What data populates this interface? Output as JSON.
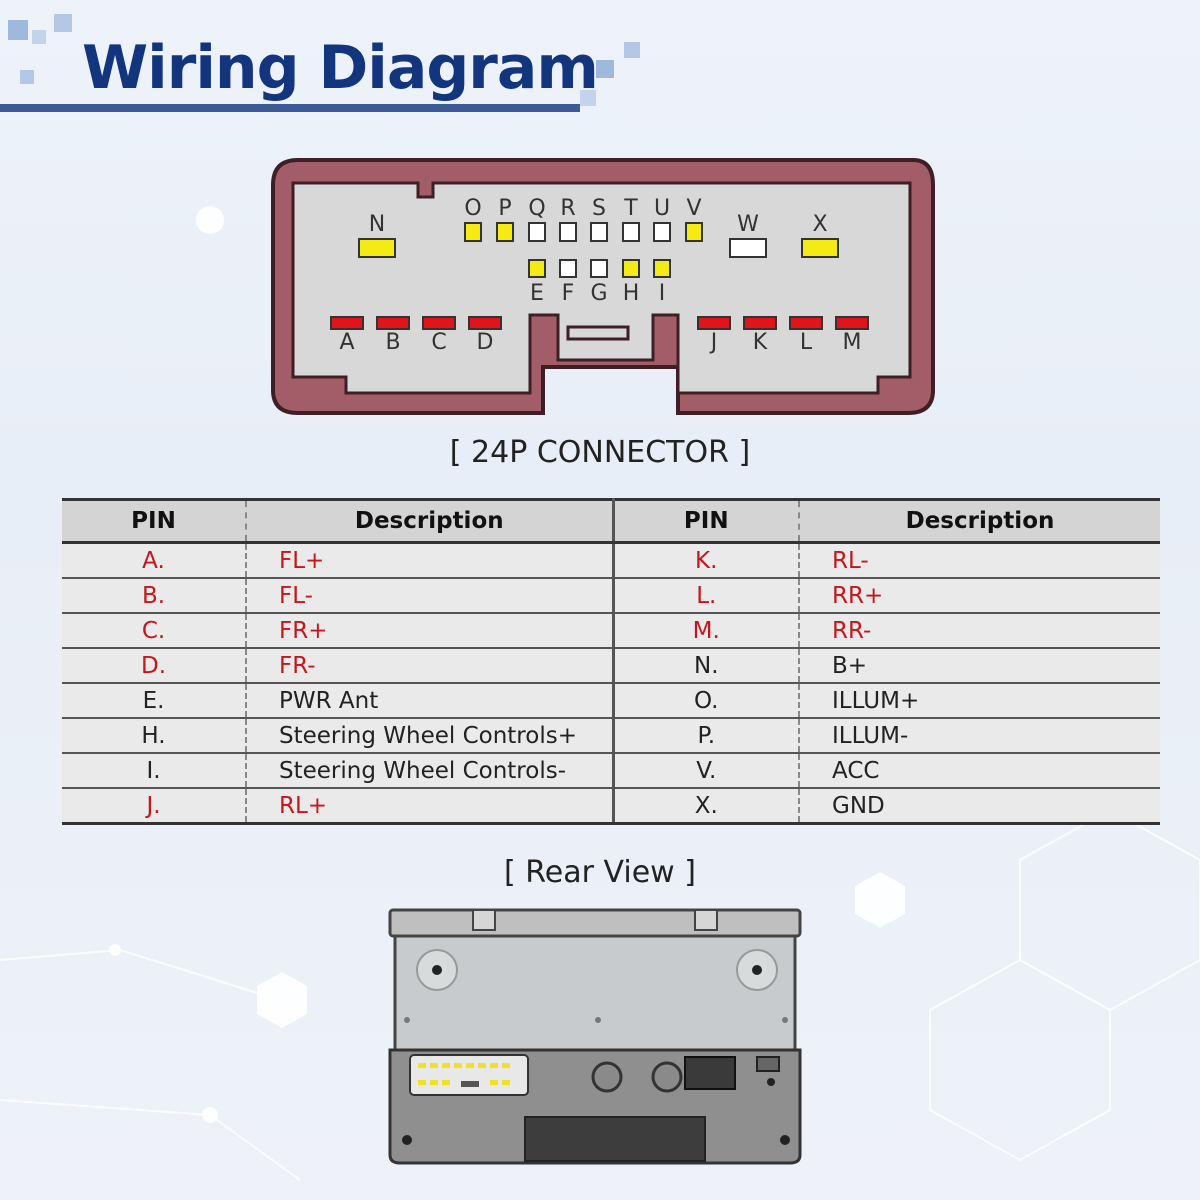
{
  "header": {
    "title": "Wiring Diagram"
  },
  "connector": {
    "caption": "[ 24P CONNECTOR ]",
    "top_pins": [
      {
        "label": "N",
        "color": "yellow"
      },
      {
        "label": "O",
        "color": "yellow"
      },
      {
        "label": "P",
        "color": "yellow"
      },
      {
        "label": "Q",
        "color": "white"
      },
      {
        "label": "R",
        "color": "white"
      },
      {
        "label": "S",
        "color": "white"
      },
      {
        "label": "T",
        "color": "white"
      },
      {
        "label": "U",
        "color": "white"
      },
      {
        "label": "V",
        "color": "yellow"
      },
      {
        "label": "W",
        "color": "white"
      },
      {
        "label": "X",
        "color": "yellow"
      }
    ],
    "middle_pins": [
      {
        "label": "E",
        "color": "yellow"
      },
      {
        "label": "F",
        "color": "white"
      },
      {
        "label": "G",
        "color": "white"
      },
      {
        "label": "H",
        "color": "yellow"
      },
      {
        "label": "I",
        "color": "yellow"
      }
    ],
    "bottom_pins": [
      {
        "label": "A",
        "color": "red"
      },
      {
        "label": "B",
        "color": "red"
      },
      {
        "label": "C",
        "color": "red"
      },
      {
        "label": "D",
        "color": "red"
      },
      {
        "label": "J",
        "color": "red"
      },
      {
        "label": "K",
        "color": "red"
      },
      {
        "label": "L",
        "color": "red"
      },
      {
        "label": "M",
        "color": "red"
      }
    ],
    "colors": {
      "housing": "#a35d68",
      "body": "#d8d8d8",
      "red": "#e0141a",
      "yellow": "#f4ea14",
      "white": "#ffffff"
    }
  },
  "pin_table": {
    "headers": {
      "pin": "PIN",
      "description": "Description"
    },
    "left": [
      {
        "pin": "A.",
        "desc": "FL+",
        "color": "red"
      },
      {
        "pin": "B.",
        "desc": "FL-",
        "color": "red"
      },
      {
        "pin": "C.",
        "desc": "FR+",
        "color": "red"
      },
      {
        "pin": "D.",
        "desc": "FR-",
        "color": "red"
      },
      {
        "pin": "E.",
        "desc": "PWR Ant",
        "color": "black"
      },
      {
        "pin": "H.",
        "desc": "Steering Wheel Controls+",
        "color": "black"
      },
      {
        "pin": "I.",
        "desc": "Steering Wheel Controls-",
        "color": "black"
      },
      {
        "pin": "J.",
        "desc": "RL+",
        "color": "red"
      }
    ],
    "right": [
      {
        "pin": "K.",
        "desc": "RL-",
        "color": "red"
      },
      {
        "pin": "L.",
        "desc": "RR+",
        "color": "red"
      },
      {
        "pin": "M.",
        "desc": "RR-",
        "color": "red"
      },
      {
        "pin": "N.",
        "desc": "B+",
        "color": "black"
      },
      {
        "pin": "O.",
        "desc": "ILLUM+",
        "color": "black"
      },
      {
        "pin": "P.",
        "desc": "ILLUM-",
        "color": "black"
      },
      {
        "pin": "V.",
        "desc": "ACC",
        "color": "black"
      },
      {
        "pin": "X.",
        "desc": "GND",
        "color": "black"
      }
    ]
  },
  "rear_view": {
    "caption": "[ Rear View ]"
  }
}
